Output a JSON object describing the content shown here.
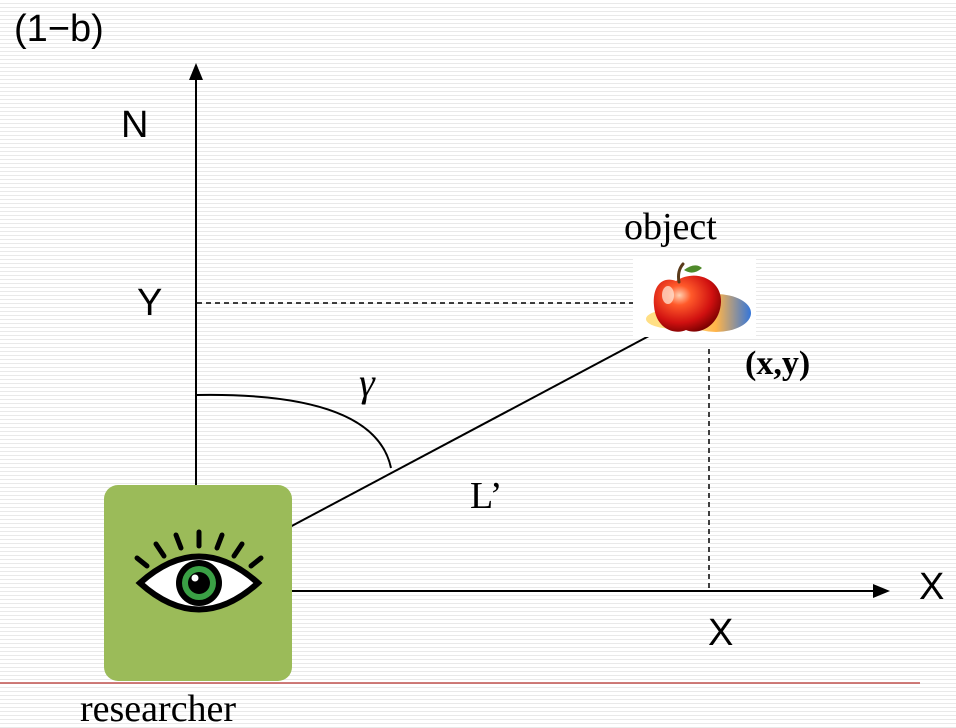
{
  "slide_number": "(1−b)",
  "axes": {
    "north_label": "N",
    "east_label": "X"
  },
  "ticks": {
    "y_label": "Y",
    "x_label": "X"
  },
  "object": {
    "label": "object",
    "coordinates": "(x,y)",
    "icon": "apple-icon"
  },
  "angle_label": "γ",
  "distance_label": "L’",
  "researcher": {
    "label": "researcher",
    "icon": "eye-icon",
    "box_color": "#9bbb59"
  },
  "colors": {
    "footer_rule": "#c0504d",
    "lines": "#000000"
  }
}
